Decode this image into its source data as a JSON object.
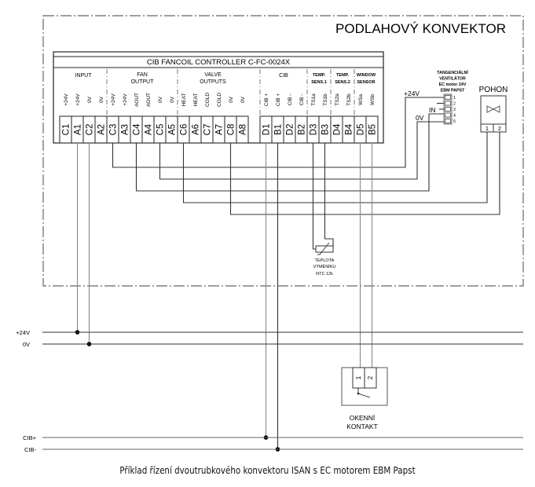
{
  "diagram": {
    "enclosure_title": "PODLAHOVÝ KONVEKTOR",
    "controller": {
      "title": "CIB  FANCOIL CONTROLLER C-FC-0024X",
      "groups": [
        {
          "label": "INPUT"
        },
        {
          "label": "FAN\nOUTPUT"
        },
        {
          "label": "VALVE\nOUTPUTS"
        },
        {
          "label": "CIB"
        },
        {
          "label": "TEMP.\nSENS.1"
        },
        {
          "label": "TEMP.\nSENS.2"
        },
        {
          "label": "WINDOW\nSENSOR"
        }
      ],
      "terminals": [
        {
          "id": "C1",
          "signal": "+24V"
        },
        {
          "id": "A1",
          "signal": "+24V"
        },
        {
          "id": "C2",
          "signal": "0V"
        },
        {
          "id": "A2",
          "signal": "0V"
        },
        {
          "id": "C3",
          "signal": "+24V"
        },
        {
          "id": "A3",
          "signal": "+24V"
        },
        {
          "id": "C4",
          "signal": "AOUT"
        },
        {
          "id": "A4",
          "signal": "AOUT"
        },
        {
          "id": "C5",
          "signal": "0V"
        },
        {
          "id": "A5",
          "signal": "0V"
        },
        {
          "id": "C6",
          "signal": "HEAT"
        },
        {
          "id": "A6",
          "signal": "HEAT"
        },
        {
          "id": "C7",
          "signal": "COLD"
        },
        {
          "id": "A7",
          "signal": "COLD"
        },
        {
          "id": "C8",
          "signal": "0V"
        },
        {
          "id": "A8",
          "signal": "0V"
        },
        {
          "id": "D1",
          "signal": "CIB +"
        },
        {
          "id": "B1",
          "signal": "CIB +"
        },
        {
          "id": "D2",
          "signal": "CIB -"
        },
        {
          "id": "B2",
          "signal": "CIB -"
        },
        {
          "id": "D3",
          "signal": "TS1a"
        },
        {
          "id": "B3",
          "signal": "TS1b"
        },
        {
          "id": "D4",
          "signal": "TS2a"
        },
        {
          "id": "B4",
          "signal": "TS2b"
        },
        {
          "id": "D5",
          "signal": "WSa"
        },
        {
          "id": "B5",
          "signal": "WSb"
        }
      ]
    },
    "fan": {
      "label_lines": [
        "TANGENCIÁLNÍ",
        "VENTILÁTOR",
        "EC motor 24V",
        "EBM PAPST"
      ],
      "pins": [
        "1",
        "2",
        "3",
        "4",
        "5"
      ],
      "wire_labels": {
        "plus": "+24V",
        "in": "IN",
        "zero": "0V"
      }
    },
    "actuator": {
      "label": "POHON",
      "pins": [
        "1",
        "2"
      ]
    },
    "sensor": {
      "label_lines": [
        "TEPLOTA",
        "VÝMĚNÍKU",
        "NTC 12k"
      ]
    },
    "window_contact": {
      "label_lines": [
        "OKENNÍ",
        "KONTAKT"
      ],
      "pins": [
        "1",
        "2"
      ]
    },
    "buses": [
      {
        "label": "+24V"
      },
      {
        "label": "0V"
      },
      {
        "label": "CIB+"
      },
      {
        "label": "CIB-"
      }
    ],
    "caption": "Příklad řízení dvoutrubkového konvektoru ISAN s EC motorem EBM Papst"
  }
}
